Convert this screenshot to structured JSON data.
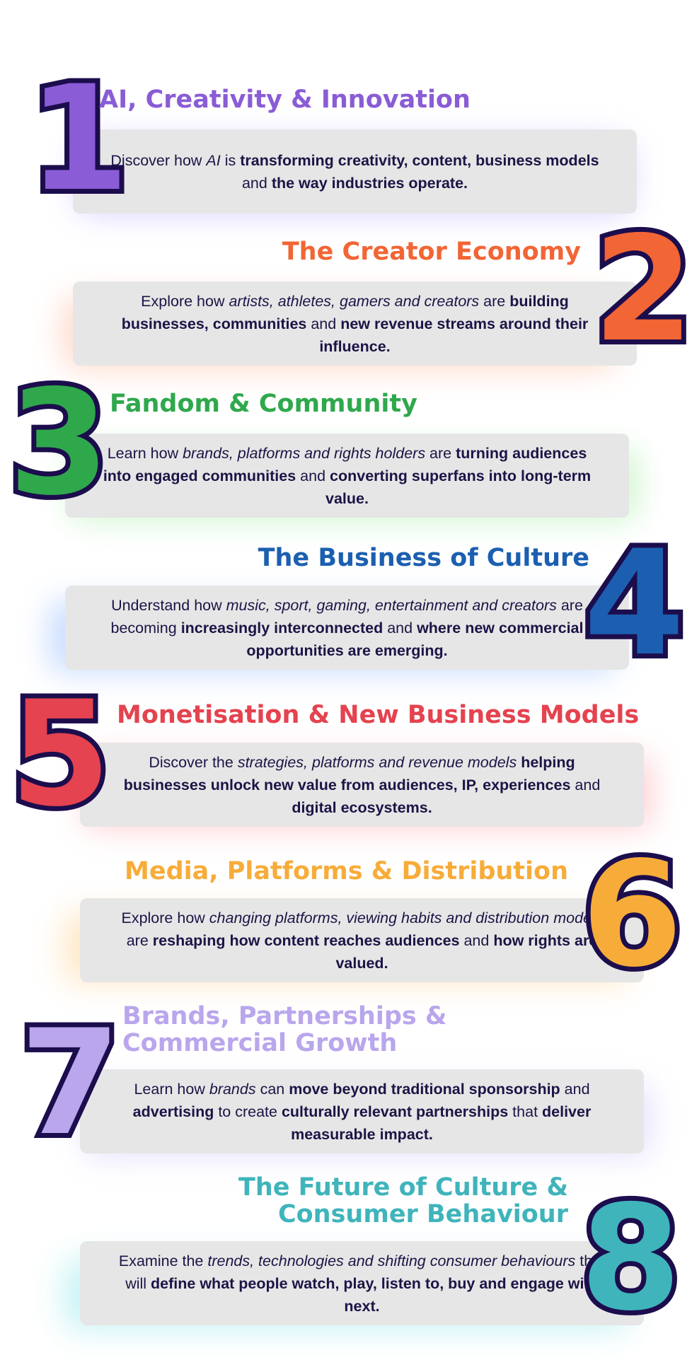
{
  "sections": [
    {
      "number": "1",
      "title": "AI, Creativity & Innovation",
      "color": "#8a5cd6",
      "glow": "#d7ccff",
      "segments": [
        {
          "t": "Discover how ",
          "s": "n"
        },
        {
          "t": "AI",
          "s": "i"
        },
        {
          "t": " is ",
          "s": "n"
        },
        {
          "t": "transforming creativity, content, business models",
          "s": "b"
        },
        {
          "t": " and ",
          "s": "n"
        },
        {
          "t": "the way industries operate.",
          "s": "b"
        }
      ]
    },
    {
      "number": "2",
      "title": "The Creator Economy",
      "color": "#f26535",
      "glow": "#ffd8c8",
      "segments": [
        {
          "t": "Explore how ",
          "s": "n"
        },
        {
          "t": "artists, athletes, gamers and creators",
          "s": "i"
        },
        {
          "t": " are ",
          "s": "n"
        },
        {
          "t": "building businesses, communities",
          "s": "b"
        },
        {
          "t": " and ",
          "s": "n"
        },
        {
          "t": "new revenue streams around their influence.",
          "s": "b"
        }
      ]
    },
    {
      "number": "3",
      "title": "Fandom & Community",
      "color": "#2fa84c",
      "glow": "#cdf5cd",
      "segments": [
        {
          "t": "Learn how ",
          "s": "n"
        },
        {
          "t": "brands, platforms and rights holders",
          "s": "i"
        },
        {
          "t": " are ",
          "s": "n"
        },
        {
          "t": "turning audiences into engaged communities",
          "s": "b"
        },
        {
          "t": " and ",
          "s": "n"
        },
        {
          "t": "converting superfans into long-term value.",
          "s": "b"
        }
      ]
    },
    {
      "number": "4",
      "title": "The Business of Culture",
      "color": "#1c5fb0",
      "glow": "#c8dcff",
      "segments": [
        {
          "t": "Understand how ",
          "s": "n"
        },
        {
          "t": "music, sport, gaming, entertainment and creators",
          "s": "i"
        },
        {
          "t": " are becoming ",
          "s": "n"
        },
        {
          "t": "increasingly interconnected",
          "s": "b"
        },
        {
          "t": " and ",
          "s": "n"
        },
        {
          "t": "where new commercial opportunities are emerging.",
          "s": "b"
        }
      ]
    },
    {
      "number": "5",
      "title": "Monetisation & New Business Models",
      "color": "#e4434f",
      "glow": "#ffcdd0",
      "segments": [
        {
          "t": "Discover the ",
          "s": "n"
        },
        {
          "t": "strategies, platforms and revenue models",
          "s": "i"
        },
        {
          "t": " ",
          "s": "n"
        },
        {
          "t": "helping businesses unlock new value from audiences, IP, experiences",
          "s": "b"
        },
        {
          "t": " and ",
          "s": "n"
        },
        {
          "t": "digital ecosystems.",
          "s": "b"
        }
      ]
    },
    {
      "number": "6",
      "title": "Media, Platforms & Distribution",
      "color": "#f7ac3a",
      "glow": "#ffe8c8",
      "segments": [
        {
          "t": "Explore how ",
          "s": "n"
        },
        {
          "t": "changing platforms, viewing habits and distribution models",
          "s": "i"
        },
        {
          "t": " are ",
          "s": "n"
        },
        {
          "t": "reshaping how content reaches audiences",
          "s": "b"
        },
        {
          "t": " and ",
          "s": "n"
        },
        {
          "t": "how rights are valued.",
          "s": "b"
        }
      ]
    },
    {
      "number": "7",
      "title_lines": [
        "Brands, Partnerships &",
        "Commercial Growth"
      ],
      "color": "#b9a6ec",
      "glow": "#e6e0fb",
      "segments": [
        {
          "t": "Learn how ",
          "s": "n"
        },
        {
          "t": "brands",
          "s": "i"
        },
        {
          "t": " can ",
          "s": "n"
        },
        {
          "t": "move beyond traditional sponsorship",
          "s": "b"
        },
        {
          "t": " and ",
          "s": "n"
        },
        {
          "t": "advertising",
          "s": "b"
        },
        {
          "t": " to create ",
          "s": "n"
        },
        {
          "t": "culturally relevant partnerships",
          "s": "b"
        },
        {
          "t": " that ",
          "s": "n"
        },
        {
          "t": "deliver measurable impact.",
          "s": "b"
        }
      ]
    },
    {
      "number": "8",
      "title_lines": [
        "The Future of Culture &",
        "Consumer Behaviour"
      ],
      "color": "#3fb4bb",
      "glow": "#c8f3f5",
      "segments": [
        {
          "t": "Examine the ",
          "s": "n"
        },
        {
          "t": "trends, technologies and shifting consumer behaviours",
          "s": "i"
        },
        {
          "t": " that will ",
          "s": "n"
        },
        {
          "t": "define what people watch, play, listen to, buy and engage with next.",
          "s": "b"
        }
      ]
    }
  ]
}
